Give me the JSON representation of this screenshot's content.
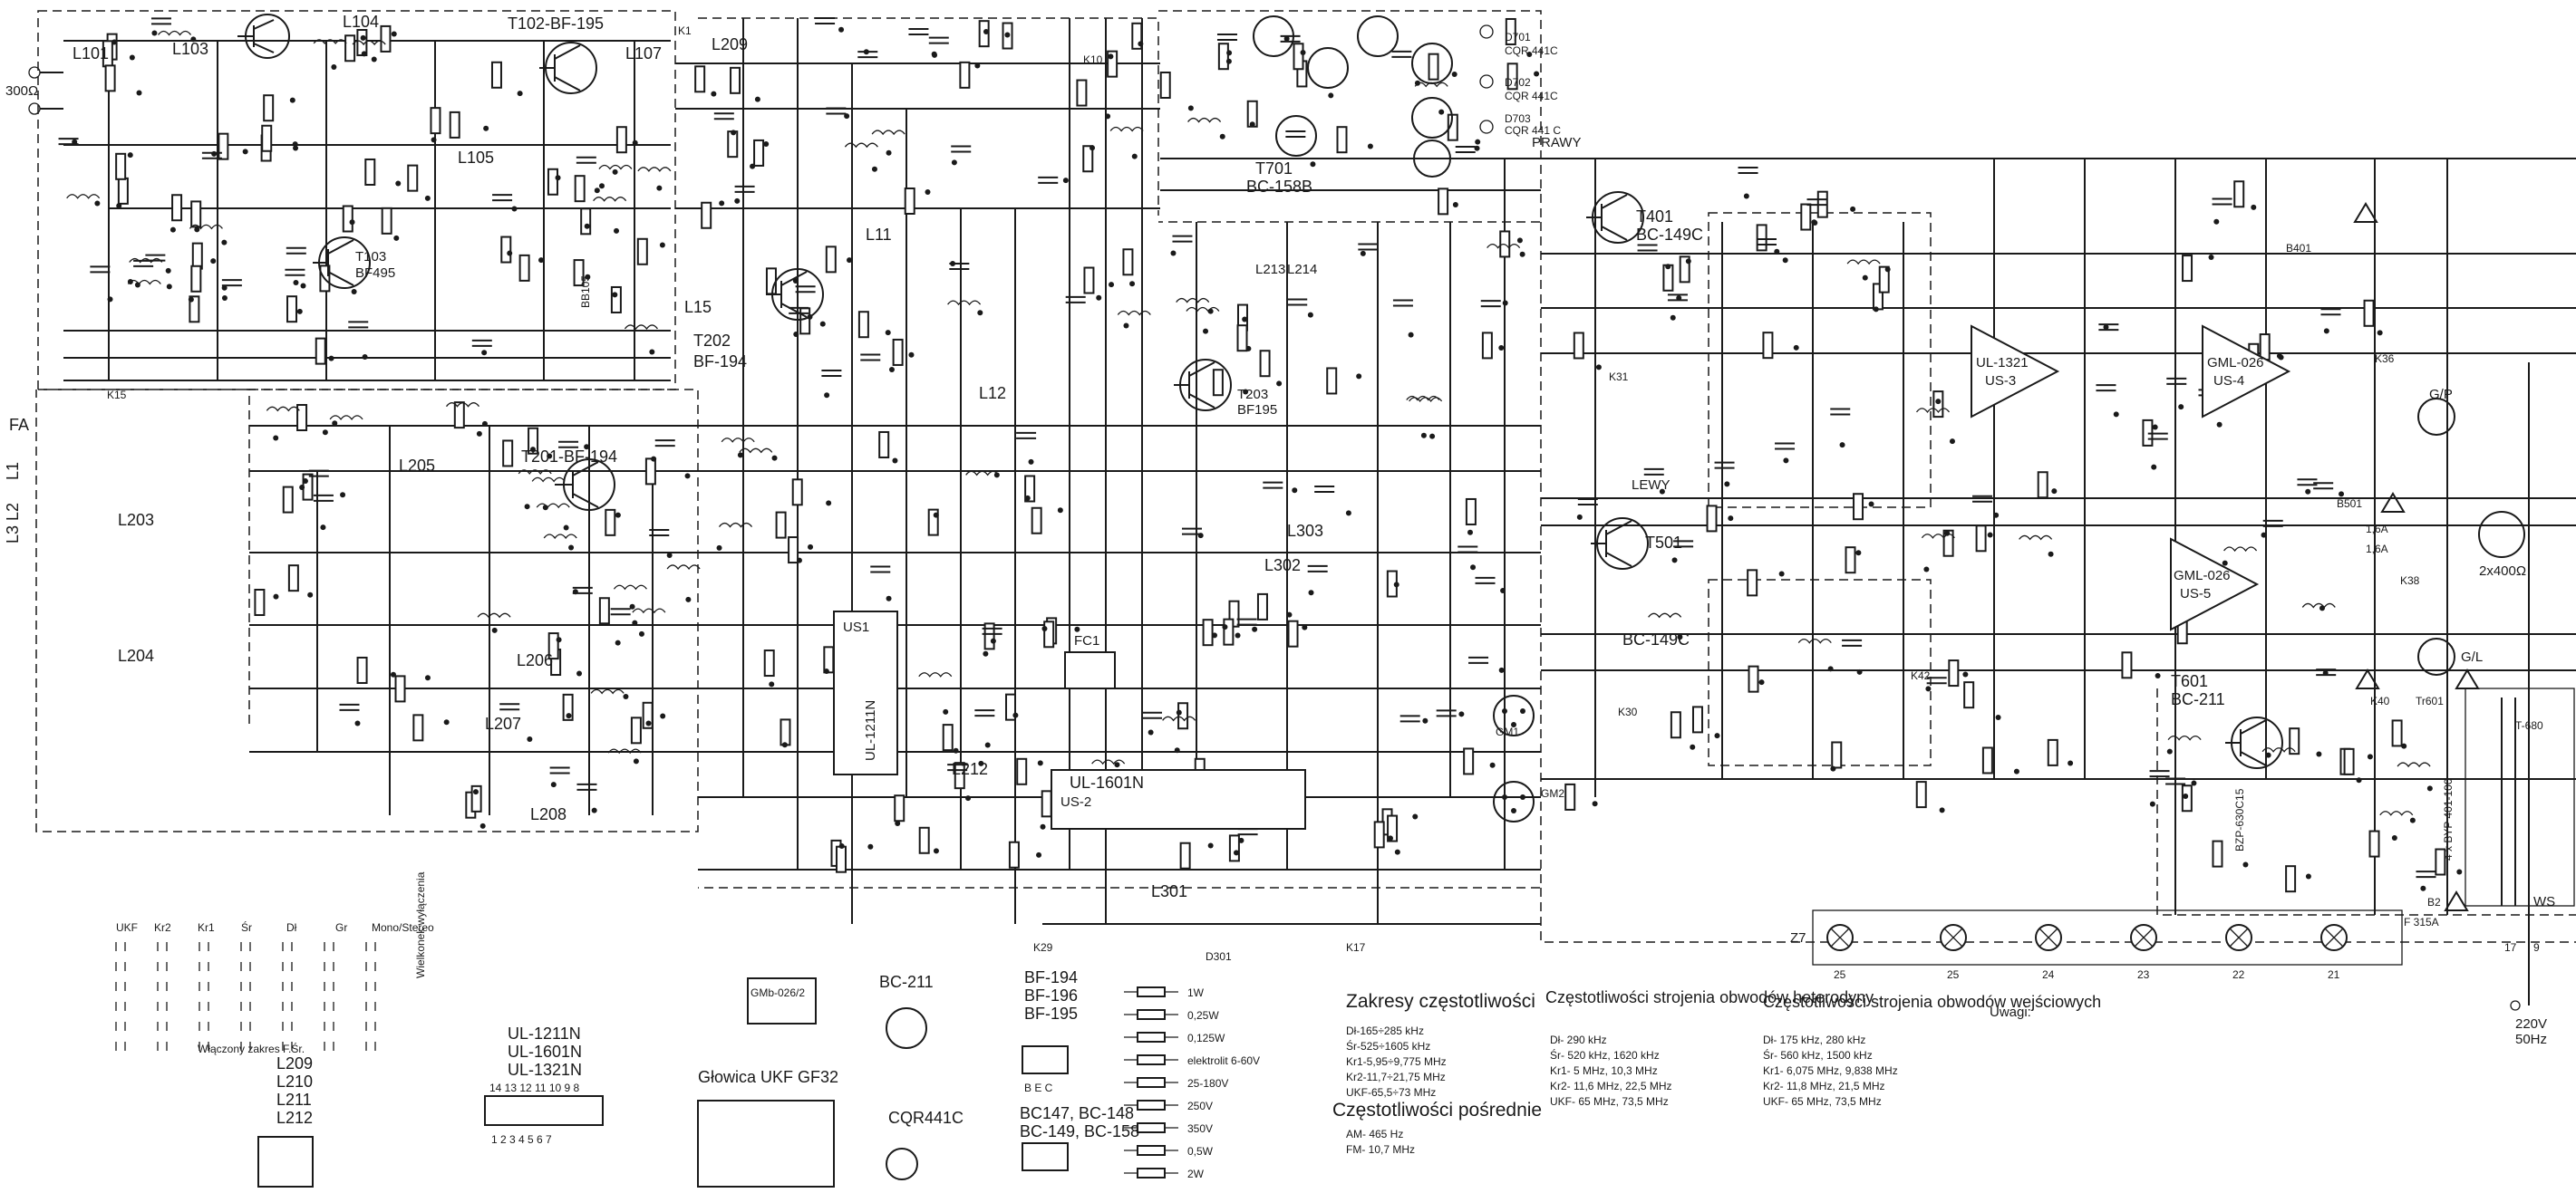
{
  "antenna": {
    "label": "300Ω"
  },
  "transistors": {
    "t102": "T102-BF-195",
    "t103": "T103",
    "t103_type": "BF495",
    "t201": "T201-BF-194",
    "t202": "T202",
    "t202_type": "BF-194",
    "t203": "T203",
    "t203_type": "BF195",
    "t401": "T401",
    "t401_type": "BC-149C",
    "t501": "T501",
    "t501_type": "BC-149C",
    "t601": "T601",
    "t601_type": "BC-211",
    "t701": "T701",
    "t701_type": "BC-158B"
  },
  "ics": {
    "us1": "US1",
    "ul1211": "UL-1211N",
    "ul1601": "UL-1601N",
    "us2": "US-2",
    "ul1321": "UL-1321",
    "us3": "US-3",
    "gml_a": "GML-026",
    "us4": "US-4",
    "gml_b": "GML-026",
    "us5": "US-5"
  },
  "coils": [
    "L101",
    "L103",
    "L104",
    "L105",
    "L107",
    "L209",
    "L11",
    "L12",
    "L15",
    "L205",
    "L203",
    "L204",
    "L206",
    "L207",
    "L208",
    "L212",
    "L213",
    "L214",
    "L302",
    "L303",
    "L301",
    "L1",
    "L2",
    "L3"
  ],
  "leds": [
    {
      "name": "D701",
      "type": "CQR 441C"
    },
    {
      "name": "D702",
      "type": "CQR 441C"
    },
    {
      "name": "D703",
      "type": "CQR 441 C"
    }
  ],
  "channels": {
    "right": "PRAWY",
    "left": "LEWY"
  },
  "labels": {
    "fc1": "FC1",
    "gm1": "GM1",
    "gm2": "GM2",
    "k1": "K1",
    "k10": "K10",
    "k15": "K15",
    "k17": "K17",
    "k29": "K29",
    "k30": "K30",
    "k31": "K31",
    "k36": "K36",
    "k38": "K38",
    "k40": "K40",
    "k42": "K42",
    "d301": "D301",
    "b401": "B401",
    "b501": "B501",
    "b2": "B2",
    "fa": "FA",
    "tr601": "Tr601",
    "bbb": "BB105"
  },
  "fuses": {
    "f1": "1,6A",
    "f2": "1,6A",
    "f3": "F 315A"
  },
  "supply": {
    "ws": "WS",
    "tapA": "17",
    "tapB": "9",
    "mains": "220V",
    "freq": "50Hz",
    "tr_label": "T-680",
    "bridge": "4 x BYP 401-100",
    "zener": "BZP-630C15"
  },
  "speakers": {
    "left_socket": "G/P",
    "right_socket": "G/L",
    "impedance": "2x400Ω"
  },
  "lamps": {
    "prefix": "Z7",
    "numbers": [
      "25",
      "25",
      "24",
      "23",
      "22",
      "21"
    ]
  },
  "switches": {
    "headers": [
      "UKF",
      "Kr2",
      "Kr1",
      "Śr",
      "Dł",
      "Gr",
      "Mono/Stereo",
      "Wielkonek wyłączenia"
    ],
    "note": "Włączony zakres F.Śr."
  },
  "legend_blocks": {
    "ic_pins_title_1": "UL-1211N",
    "ic_pins_title_2": "UL-1601N",
    "ic_pins_title_3": "UL-1321N",
    "ic_pins_top": "14 13 12 11 10 9 8",
    "ic_pins_bottom": "1 2 3 4 5 6 7",
    "gml": "GMb-026/2",
    "head": "Głowica UKF GF32",
    "coil_group": [
      "L209",
      "L210",
      "L211",
      "L212"
    ],
    "bc211": "BC-211",
    "cqr": "CQR441C",
    "bf_list": [
      "BF-194",
      "BF-196",
      "BF-195"
    ],
    "bce": "B E C",
    "bc_list": [
      "BC147, BC-148",
      "BC-149, BC-158"
    ]
  },
  "component_legend": [
    {
      "sym": "1W"
    },
    {
      "sym": "0,25W"
    },
    {
      "sym": "0,125W"
    },
    {
      "sym": "elektrolit 6-60V"
    },
    {
      "sym": "25-180V"
    },
    {
      "sym": "250V"
    },
    {
      "sym": "350V"
    },
    {
      "sym": "0,5W"
    },
    {
      "sym": "2W"
    }
  ],
  "ranges": {
    "title": "Zakresy częstotliwości",
    "items": [
      "Dł-165÷285 kHz",
      "Śr-525÷1605 kHz",
      "Kr1-5,95÷9,775 MHz",
      "Kr2-11,7÷21,75 MHz",
      "UKF-65,5÷73 MHz"
    ]
  },
  "if_freq": {
    "title": "Częstotliwości pośrednie",
    "items": [
      "AM- 465 Hz",
      "FM- 10,7 MHz"
    ]
  },
  "osc_tuning": {
    "title": "Częstotliwości strojenia obwodów heterodyny",
    "items": [
      "Dł- 290 kHz",
      "Śr- 520 kHz, 1620 kHz",
      "Kr1- 5 MHz, 10,3 MHz",
      "Kr2- 11,6 MHz, 22,5 MHz",
      "UKF- 65 MHz, 73,5 MHz"
    ]
  },
  "input_tuning": {
    "title": "Częstotliwości strojenia obwodów wejściowych",
    "items": [
      "Dł- 175 kHz, 280 kHz",
      "Śr- 560 kHz, 1500 kHz",
      "Kr1- 6,075 MHz, 9,838 MHz",
      "Kr2- 11,8 MHz, 21,5 MHz",
      "UKF- 65 MHz, 73,5 MHz"
    ]
  },
  "notes": {
    "label": "Uwagi:"
  }
}
